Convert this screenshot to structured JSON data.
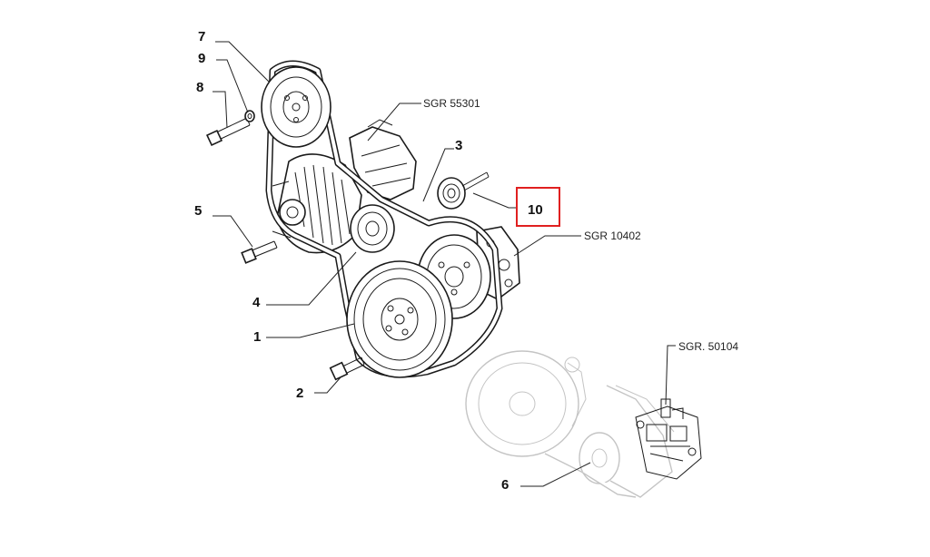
{
  "callouts": [
    {
      "label": "7"
    },
    {
      "label": "9"
    },
    {
      "label": "8"
    },
    {
      "label": "5"
    },
    {
      "label": "4"
    },
    {
      "label": "1"
    },
    {
      "label": "2"
    },
    {
      "label": "3"
    },
    {
      "label": "10",
      "highlight_color": "#e02020"
    },
    {
      "label": "6"
    }
  ],
  "refs": [
    {
      "label": "SGR 55301"
    },
    {
      "label": "SGR 10402"
    },
    {
      "label": "SGR. 50104"
    }
  ]
}
